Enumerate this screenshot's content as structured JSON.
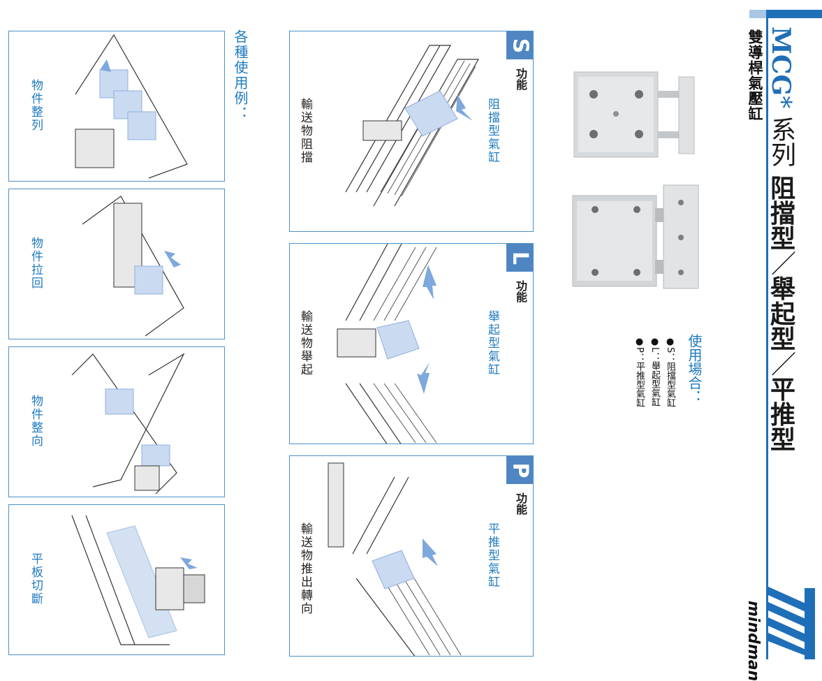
{
  "header": {
    "series": "MCG",
    "star": "*",
    "series_suffix": "系列",
    "types": [
      "阻擋型",
      "舉起型",
      "平推型"
    ],
    "subtitle": "雙導桿氣壓缸",
    "brand": "mindman"
  },
  "usage": {
    "title": "使用場合：",
    "items": [
      "●S：阻擋型氣缸",
      "●L：舉起型氣缸",
      "●P：平推型氣缸"
    ]
  },
  "functions": [
    {
      "letter": "S",
      "func_label": "功能",
      "type_label": "阻擋型氣缸",
      "caption": "輸送物阻擋"
    },
    {
      "letter": "L",
      "func_label": "功能",
      "type_label": "舉起型氣缸",
      "caption": "輸送物舉起"
    },
    {
      "letter": "P",
      "func_label": "功能",
      "type_label": "平推型氣缸",
      "caption": "輸送物推出轉向"
    }
  ],
  "examples": {
    "title": "各種使用例：",
    "items": [
      "物件整列",
      "物件拉回",
      "物件整向",
      "平板切斷"
    ]
  },
  "colors": {
    "accent": "#1f7ac0",
    "tag": "#4f86c2",
    "box_fill": "#c9daf1"
  }
}
